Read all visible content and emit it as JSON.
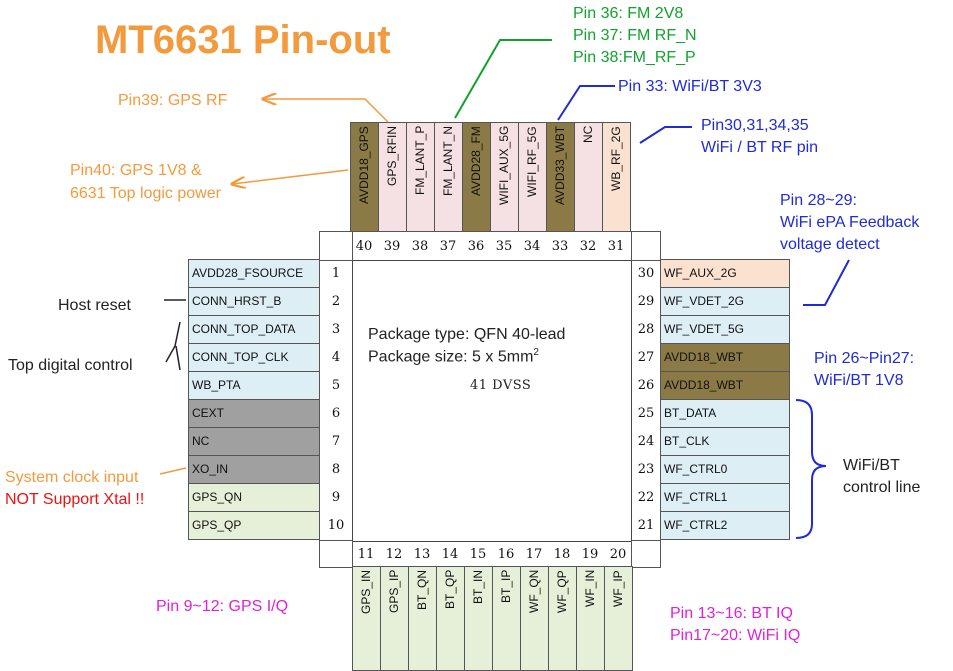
{
  "title": "MT6631 Pin-out",
  "package": {
    "type_line": "Package type: QFN 40-lead",
    "size_line": "Package size: 5 x 5mm",
    "size_sup": "2",
    "center_label": "41 DVSS"
  },
  "top_pins": [
    {
      "num": "40",
      "name": "AVDD18_GPS",
      "color": "#8B7A45"
    },
    {
      "num": "39",
      "name": "GPS_RFIN",
      "color": "#F5E0E4"
    },
    {
      "num": "38",
      "name": "FM_LANT_P",
      "color": "#F5E0E4"
    },
    {
      "num": "37",
      "name": "FM_LANT_N",
      "color": "#F5E0E4"
    },
    {
      "num": "36",
      "name": "AVDD28_FM",
      "color": "#8B7A45"
    },
    {
      "num": "35",
      "name": "WIFI_AUX_5G",
      "color": "#F5E0E4"
    },
    {
      "num": "34",
      "name": "WIFI_RF_5G",
      "color": "#F5E0E4"
    },
    {
      "num": "33",
      "name": "AVDD33_WBT",
      "color": "#8B7A45"
    },
    {
      "num": "32",
      "name": "NC",
      "color": "#F5E0E4"
    },
    {
      "num": "31",
      "name": "WB_RF_2G",
      "color": "#FBE2D0"
    }
  ],
  "left_pins": [
    {
      "num": "1",
      "name": "AVDD28_FSOURCE",
      "color": "#DDEEF5"
    },
    {
      "num": "2",
      "name": "CONN_HRST_B",
      "color": "#DDEEF5"
    },
    {
      "num": "3",
      "name": "CONN_TOP_DATA",
      "color": "#DDEEF5"
    },
    {
      "num": "4",
      "name": "CONN_TOP_CLK",
      "color": "#DDEEF5"
    },
    {
      "num": "5",
      "name": "WB_PTA",
      "color": "#DDEEF5"
    },
    {
      "num": "6",
      "name": "CEXT",
      "color": "#A0A0A0"
    },
    {
      "num": "7",
      "name": "NC",
      "color": "#A0A0A0"
    },
    {
      "num": "8",
      "name": "XO_IN",
      "color": "#A0A0A0"
    },
    {
      "num": "9",
      "name": "GPS_QN",
      "color": "#E6F0D8"
    },
    {
      "num": "10",
      "name": "GPS_QP",
      "color": "#E6F0D8"
    }
  ],
  "right_pins": [
    {
      "num": "30",
      "name": "WF_AUX_2G",
      "color": "#FBE2D0"
    },
    {
      "num": "29",
      "name": "WF_VDET_2G",
      "color": "#DDEEF5"
    },
    {
      "num": "28",
      "name": "WF_VDET_5G",
      "color": "#DDEEF5"
    },
    {
      "num": "27",
      "name": "AVDD18_WBT",
      "color": "#8B7A45"
    },
    {
      "num": "26",
      "name": "AVDD18_WBT",
      "color": "#8B7A45"
    },
    {
      "num": "25",
      "name": "BT_DATA",
      "color": "#DDEEF5"
    },
    {
      "num": "24",
      "name": "BT_CLK",
      "color": "#DDEEF5"
    },
    {
      "num": "23",
      "name": "WF_CTRL0",
      "color": "#DDEEF5"
    },
    {
      "num": "22",
      "name": "WF_CTRL1",
      "color": "#DDEEF5"
    },
    {
      "num": "21",
      "name": "WF_CTRL2",
      "color": "#DDEEF5"
    }
  ],
  "bottom_pins": [
    {
      "num": "11",
      "name": "GPS_IN",
      "color": "#E6F0D8"
    },
    {
      "num": "12",
      "name": "GPS_IP",
      "color": "#E6F0D8"
    },
    {
      "num": "13",
      "name": "BT_QN",
      "color": "#E6F0D8"
    },
    {
      "num": "14",
      "name": "BT_QP",
      "color": "#E6F0D8"
    },
    {
      "num": "15",
      "name": "BT_IN",
      "color": "#E6F0D8"
    },
    {
      "num": "16",
      "name": "BT_IP",
      "color": "#E6F0D8"
    },
    {
      "num": "17",
      "name": "WF_QN",
      "color": "#E6F0D8"
    },
    {
      "num": "18",
      "name": "WF_QP",
      "color": "#E6F0D8"
    },
    {
      "num": "19",
      "name": "WF_IN",
      "color": "#E6F0D8"
    },
    {
      "num": "20",
      "name": "WF_IP",
      "color": "#E6F0D8"
    }
  ],
  "annotations": {
    "fm_l1": "Pin 36: FM 2V8",
    "fm_l2": "Pin 37: FM RF_N",
    "fm_l3": "Pin 38:FM_RF_P",
    "pin33": "Pin 33: WiFi/BT 3V3",
    "pin30_l1": "Pin30,31,34,35",
    "pin30_l2": "WiFi / BT RF pin",
    "pin39": "Pin39: GPS RF",
    "pin40_l1": "Pin40: GPS 1V8 &",
    "pin40_l2": "6631 Top logic power",
    "pin28_l1": "Pin 28~29:",
    "pin28_l2": "WiFi ePA Feedback",
    "pin28_l3": "voltage detect",
    "host_reset": "Host reset",
    "top_digital": "Top digital control",
    "pin26_l1": "Pin 26~Pin27:",
    "pin26_l2": "WiFi/BT 1V8",
    "sysclk": "System clock input",
    "no_xtal": "NOT Support Xtal !!",
    "wifibt_l1": "WiFi/BT",
    "wifibt_l2": "control line",
    "pin9": "Pin 9~12: GPS I/Q",
    "pin13_l1": "Pin 13~16: BT IQ",
    "pin13_l2": "Pin17~20: WiFi IQ"
  },
  "colors": {
    "orange": "#F39A3C",
    "green": "#12A32E",
    "blue": "#1F2BD6",
    "magenta": "#E021D8",
    "red": "#EE1111"
  }
}
